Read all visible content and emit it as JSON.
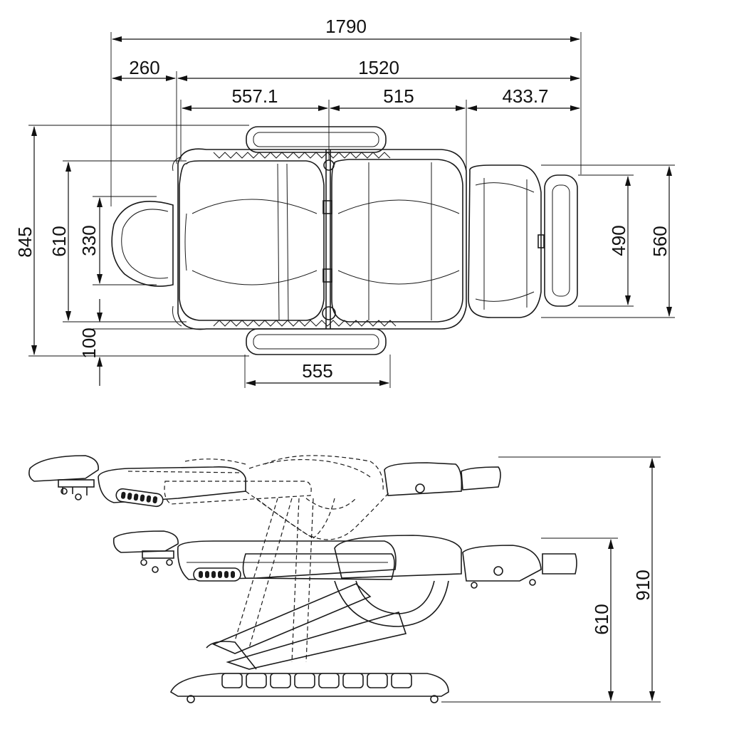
{
  "top_view": {
    "dimensions": {
      "overall_length": "1790",
      "headrest": "260",
      "body_length": "1520",
      "seat_back": "557.1",
      "seat": "515",
      "leg": "433.7",
      "overall_width": "845",
      "body_width": "610",
      "headrest_width": "330",
      "armrest_offset": "100",
      "armrest_length": "555",
      "leg_width": "490",
      "leg_section_width": "560"
    }
  },
  "side_view": {
    "dimensions": {
      "max_height": "910",
      "min_height": "610"
    }
  },
  "colors": {
    "line": "#1a1a1a",
    "background": "#ffffff"
  }
}
